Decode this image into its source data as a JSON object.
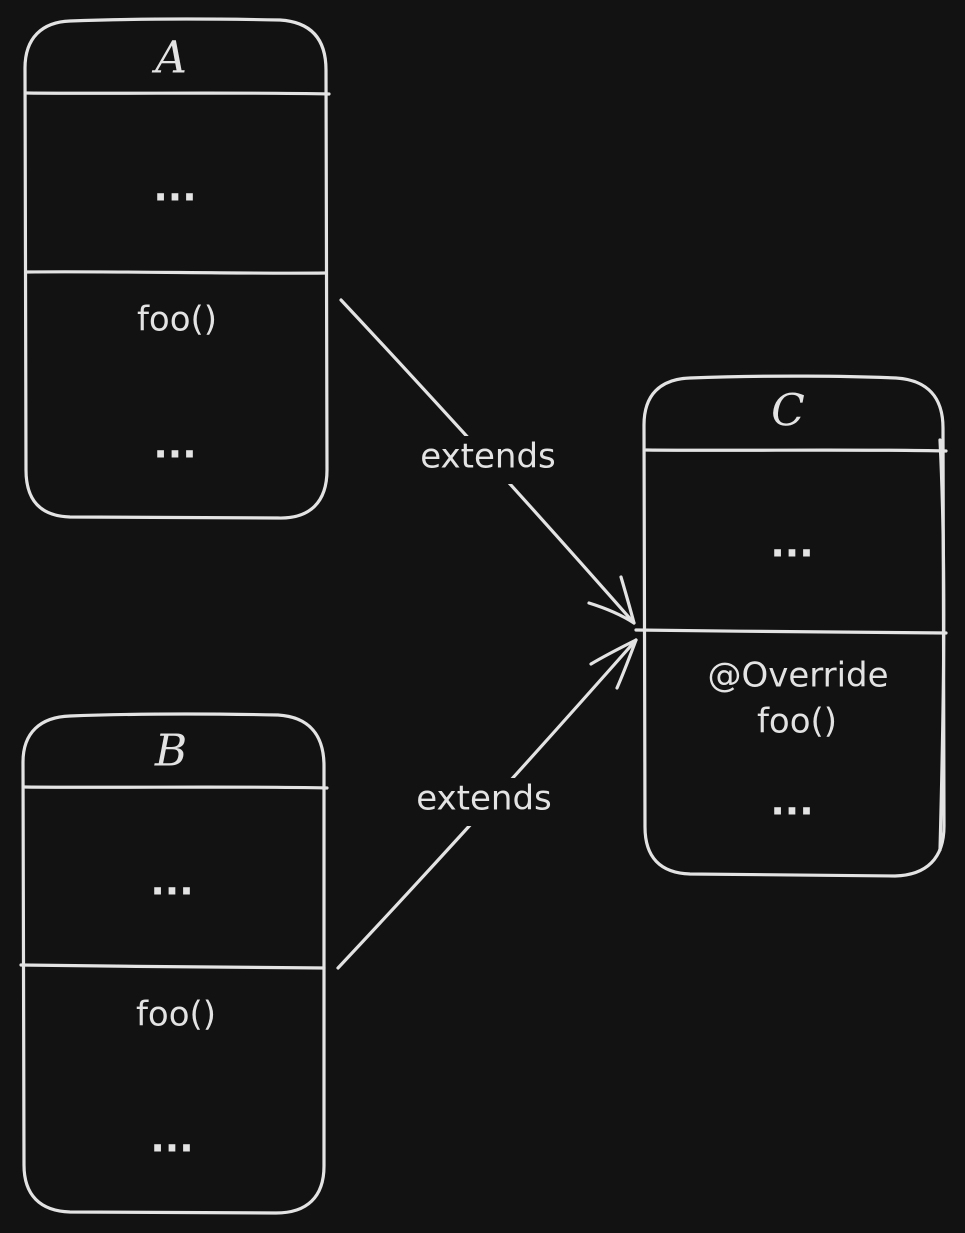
{
  "classes": {
    "a": {
      "name": "A",
      "fields": "...",
      "method": "foo()",
      "more": "..."
    },
    "b": {
      "name": "B",
      "fields": "...",
      "method": "foo()",
      "more": "..."
    },
    "c": {
      "name": "C",
      "fields": "...",
      "annotation": "@Override",
      "method": "foo()",
      "more": "..."
    }
  },
  "edges": {
    "a_to_c": "extends",
    "b_to_c": "extends"
  },
  "colors": {
    "background": "#121212",
    "stroke": "#e3e3e3"
  }
}
